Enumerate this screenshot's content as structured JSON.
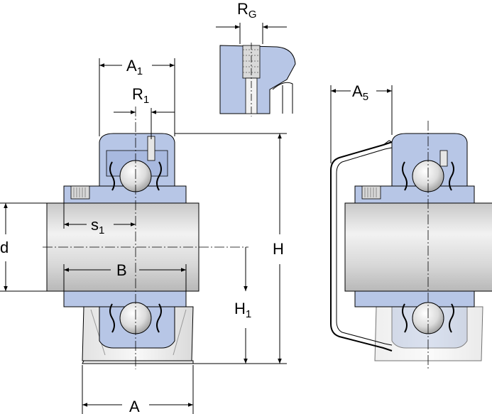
{
  "colors": {
    "housing_fill": "#b7c6e6",
    "housing_dark": "#8ea2cf",
    "shaft_light": "#e6e6e6",
    "shaft_mid": "#cfcfcf",
    "shaft_dark": "#b0b0b0",
    "foot_fill": "#f0f0f0",
    "line": "#000000"
  },
  "labels": {
    "rg": {
      "main": "R",
      "sub": "G"
    },
    "a1": {
      "main": "A",
      "sub": "1"
    },
    "r1": {
      "main": "R",
      "sub": "1"
    },
    "a5": {
      "main": "A",
      "sub": "5"
    },
    "s1": {
      "main": "s",
      "sub": "1"
    },
    "d": {
      "main": "d"
    },
    "b": {
      "main": "B"
    },
    "h": {
      "main": "H"
    },
    "h1": {
      "main": "H",
      "sub": "1"
    },
    "a": {
      "main": "A"
    }
  }
}
